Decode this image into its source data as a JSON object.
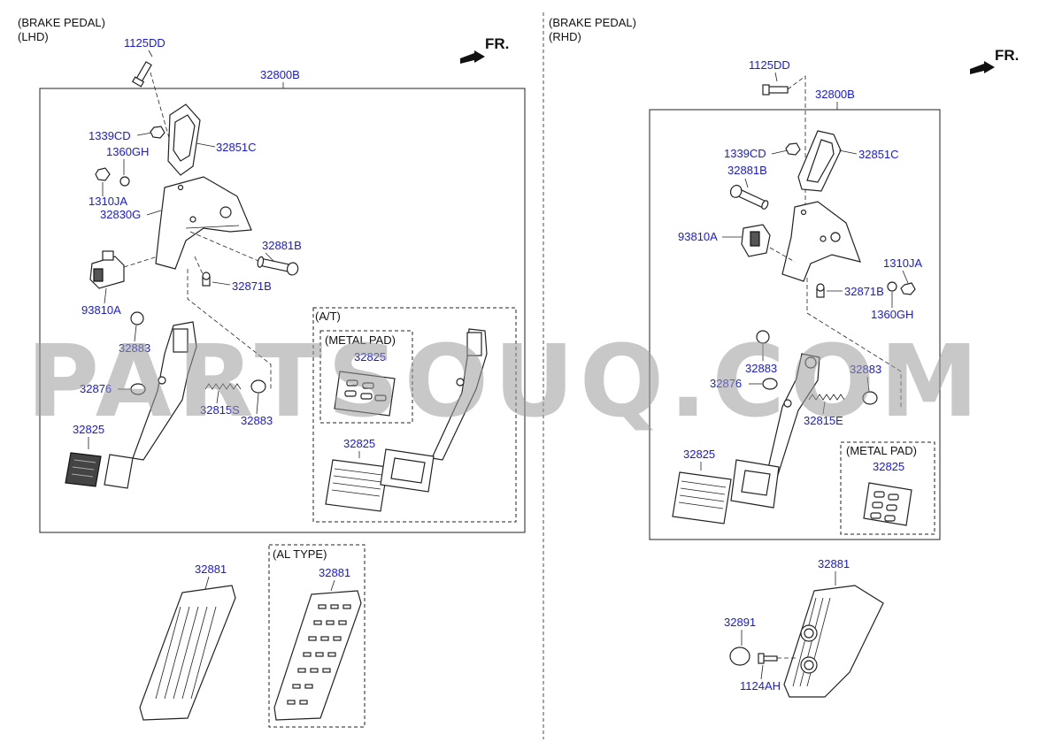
{
  "lhd": {
    "title_line1": "(BRAKE PEDAL)",
    "title_line2": "(LHD)",
    "direction": "FR.",
    "assembly": "32800B",
    "bolt": "1125DD",
    "nut": "1339CD",
    "washer": "1360GH",
    "clip": "1310JA",
    "member": "32830G",
    "bracket": "32851C",
    "pin": "32881B",
    "stopper": "32871B",
    "switch": "93810A",
    "bushing_a": "32883",
    "bushing_b": "32883",
    "bushing_c": "32876",
    "spring": "32815S",
    "pad": "32825",
    "at_label": "(A/T)",
    "metal_pad_label": "(METAL PAD)",
    "metal_pad": "32825",
    "at_pad": "32825",
    "accel": "32881",
    "al_type_label": "(AL TYPE)",
    "al_accel": "32881"
  },
  "rhd": {
    "title_line1": "(BRAKE PEDAL)",
    "title_line2": "(RHD)",
    "direction": "FR.",
    "assembly": "32800B",
    "bolt": "1125DD",
    "nut": "1339CD",
    "bracket": "32851C",
    "pin": "32881B",
    "switch": "93810A",
    "clip": "1310JA",
    "stopper": "32871B",
    "washer": "1360GH",
    "bushing_a": "32883",
    "bushing_b": "32883",
    "bushing_c": "32876",
    "spring": "32815E",
    "pad": "32825",
    "metal_pad_label": "(METAL PAD)",
    "metal_pad": "32825",
    "accel": "32881",
    "cap": "32891",
    "screw": "1124AH"
  },
  "watermark": "PARTSOUQ.COM",
  "colors": {
    "label": "#1a1ad6",
    "line": "#222222",
    "watermark": "#9a9a9a"
  }
}
